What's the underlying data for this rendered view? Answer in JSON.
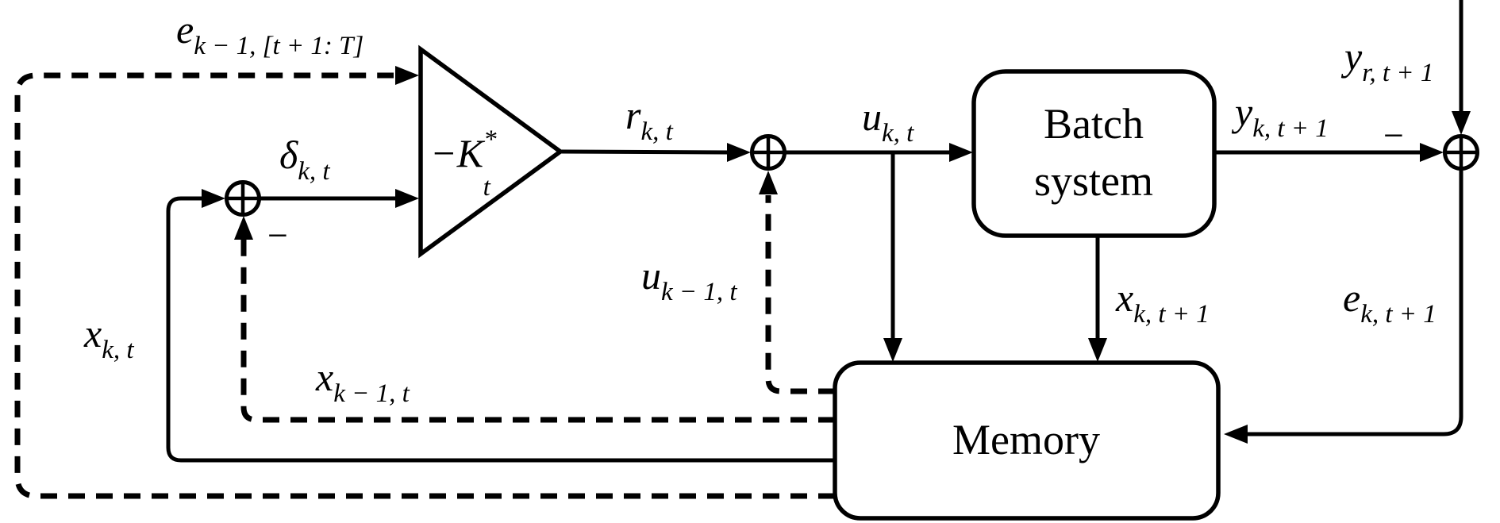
{
  "diagram": {
    "colors": {
      "line": "#000000",
      "background": "#ffffff"
    },
    "blocks": {
      "gain": {
        "base": "−K",
        "sup": "*",
        "sub": "t"
      },
      "batch_system": {
        "line1": "Batch",
        "line2": "system"
      },
      "memory": {
        "label": "Memory"
      }
    },
    "signals": {
      "e_prev": {
        "base": "e",
        "sub": "k − 1, [t + 1: T]"
      },
      "delta": {
        "base": "δ",
        "sub": "k, t"
      },
      "r": {
        "base": "r",
        "sub": "k, t"
      },
      "u": {
        "base": "u",
        "sub": "k, t"
      },
      "u_prev": {
        "base": "u",
        "sub": "k − 1, t"
      },
      "y_ref": {
        "base": "y",
        "sub": "r, t + 1"
      },
      "y_out": {
        "base": "y",
        "sub": "k, t + 1"
      },
      "x_next": {
        "base": "x",
        "sub": "k, t + 1"
      },
      "e_next": {
        "base": "e",
        "sub": "k, t + 1"
      },
      "x_cur": {
        "base": "x",
        "sub": "k, t"
      },
      "x_prev": {
        "base": "x",
        "sub": "k − 1, t"
      }
    },
    "operators": {
      "minus_state_junction": "−",
      "minus_output_junction": "−"
    }
  }
}
